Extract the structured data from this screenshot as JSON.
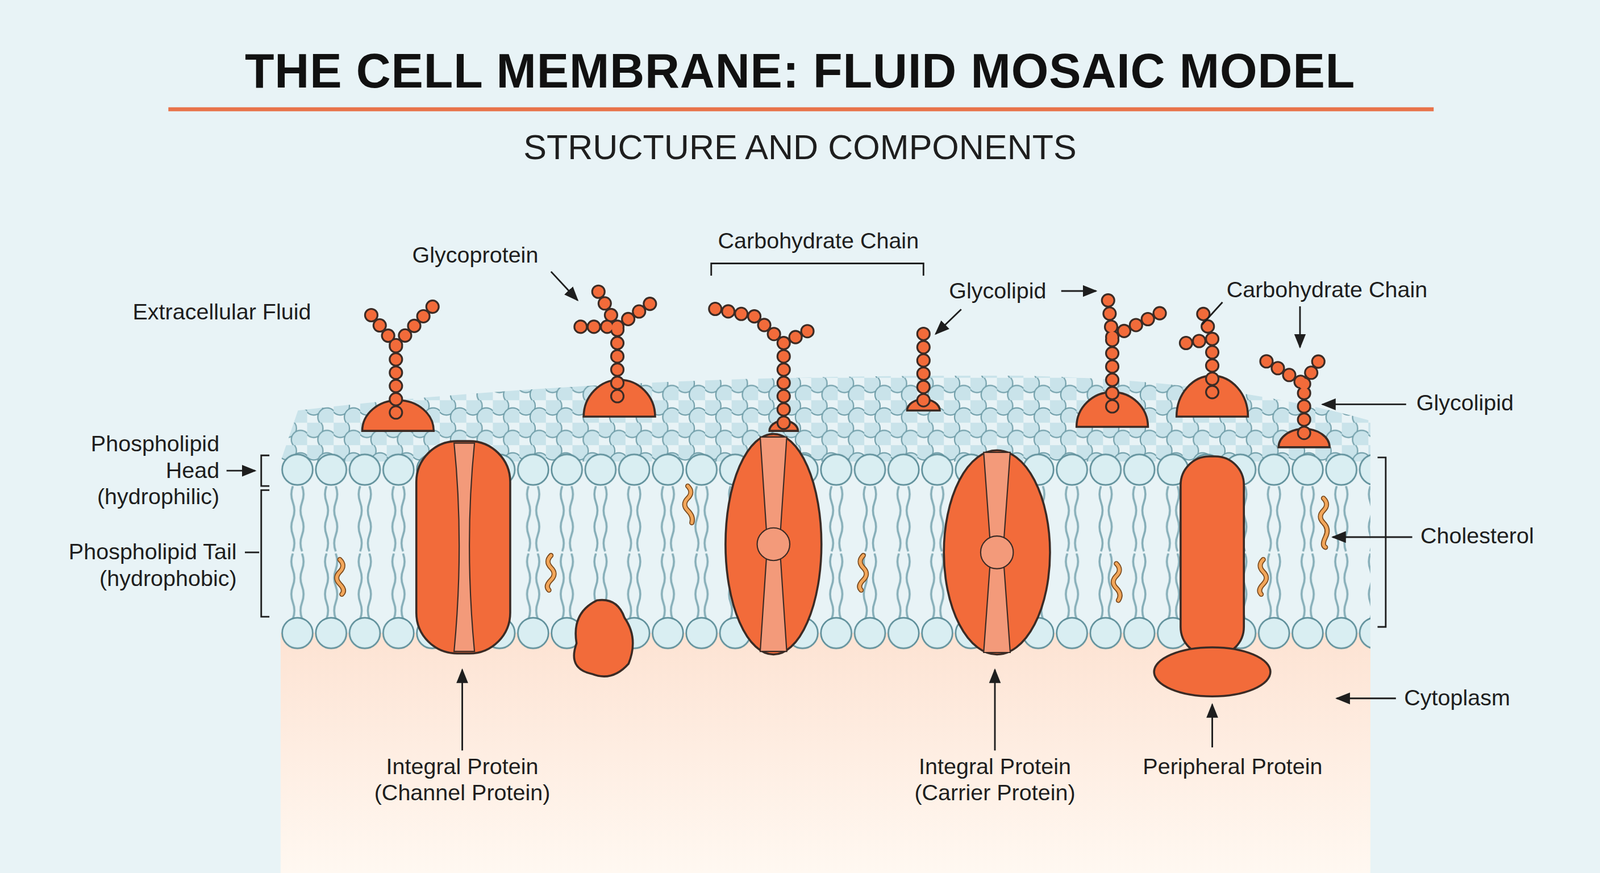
{
  "diagram": {
    "title": "THE CELL MEMBRANE: FLUID MOSAIC MODEL",
    "labels": [
      "STRUCTURE AND COMPONENTS",
      "Glycoprotein",
      "Carbohydrate Chain",
      "Extracellular Fluid",
      "Glycolipid",
      "Carbohydrate Chain",
      "Glycolipid",
      "Phospholipid Head (hydrophilic)",
      "Phospholipid Tail (hydrophobic)",
      "Cholesterol",
      "Cytoplasm",
      "Integral Protein (Channel Protein)",
      "Integral Protein (Carrier Protein)",
      "Peripheral Protein"
    ]
  }
}
